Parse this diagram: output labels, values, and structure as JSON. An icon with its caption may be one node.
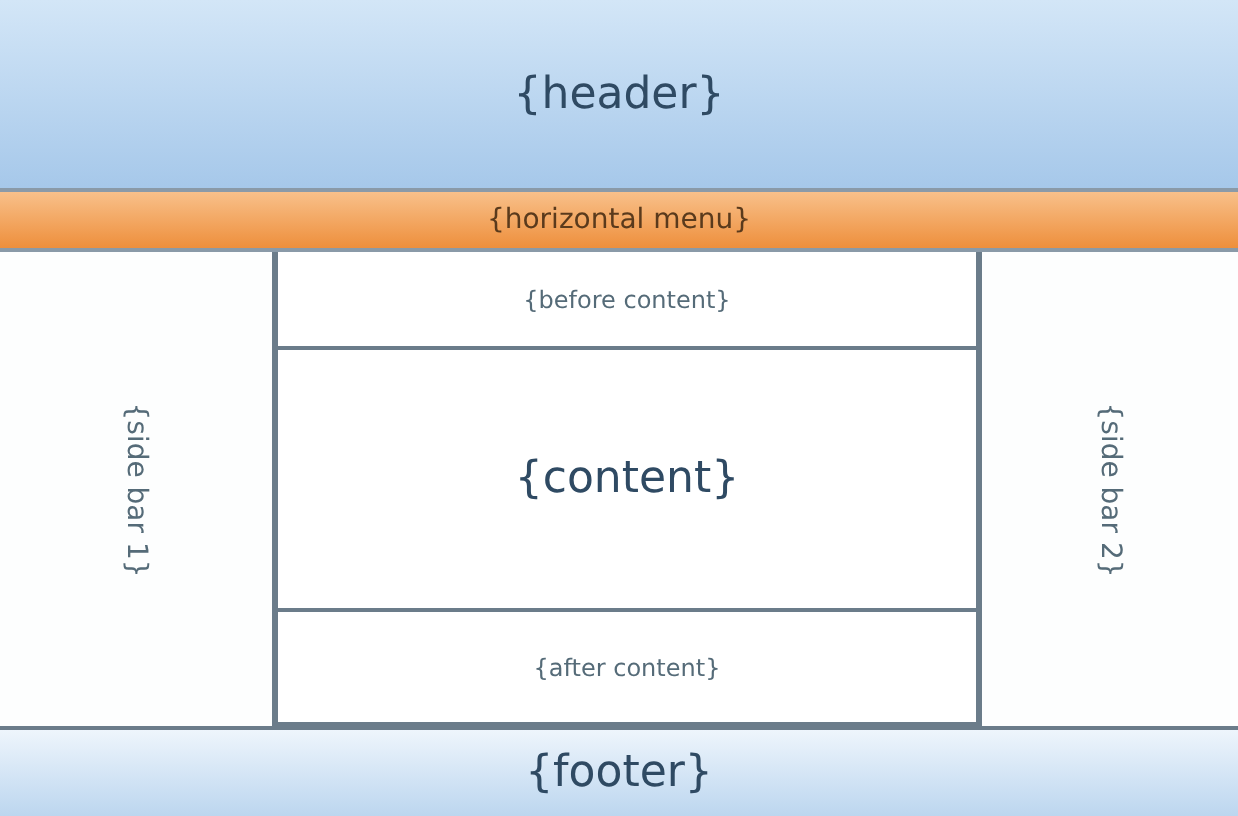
{
  "diagram": {
    "nodes": [
      {
        "text": [
          "{header}"
        ]
      },
      {
        "text": [
          "{horizontal menu}"
        ]
      },
      {
        "text": [
          "{side bar 1}"
        ]
      },
      {
        "text": [
          "{before content}"
        ]
      },
      {
        "text": [
          "{content}"
        ]
      },
      {
        "text": [
          "{after content}"
        ]
      },
      {
        "text": [
          "{side bar 2}"
        ]
      },
      {
        "text": [
          "{footer}"
        ]
      }
    ]
  }
}
